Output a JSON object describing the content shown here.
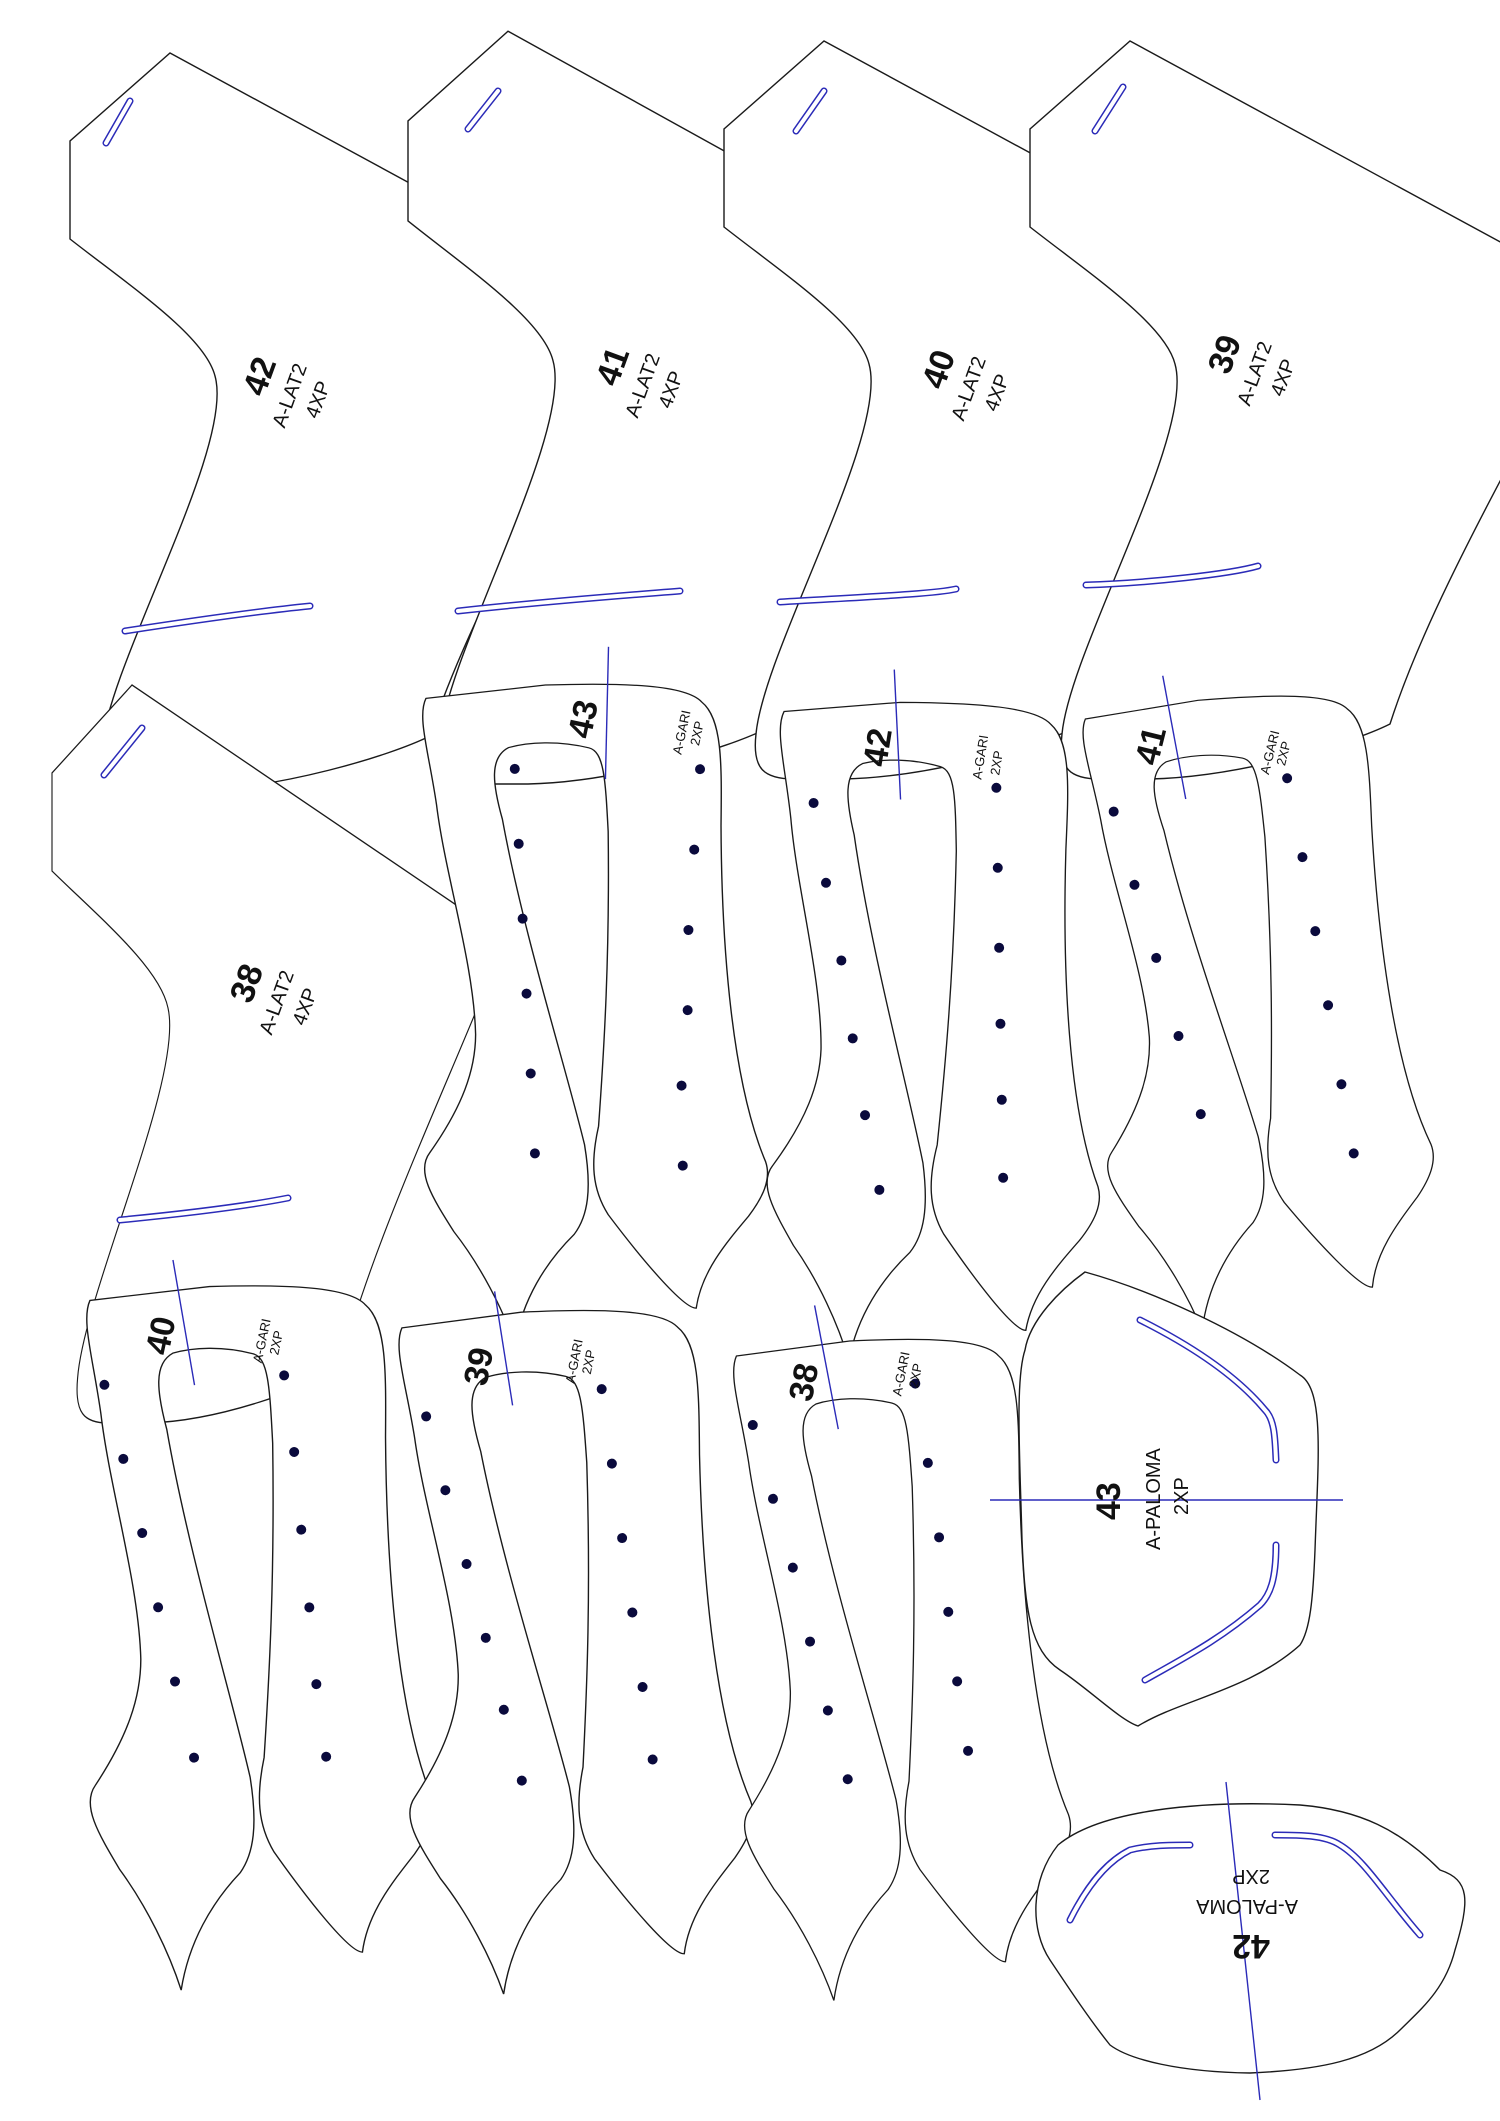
{
  "sheet": {
    "lat_pieces": [
      {
        "size": "42",
        "code": "A-LAT2",
        "qty": "4XP"
      },
      {
        "size": "41",
        "code": "A-LAT2",
        "qty": "4XP"
      },
      {
        "size": "40",
        "code": "A-LAT2",
        "qty": "4XP"
      },
      {
        "size": "39",
        "code": "A-LAT2",
        "qty": "4XP"
      },
      {
        "size": "38",
        "code": "A-LAT2",
        "qty": "4XP"
      }
    ],
    "gari_pieces": [
      {
        "size": "43",
        "code": "A-GARI",
        "qty": "2XP"
      },
      {
        "size": "42",
        "code": "A-GARI",
        "qty": "2XP"
      },
      {
        "size": "41",
        "code": "A-GARI",
        "qty": "2XP"
      },
      {
        "size": "40",
        "code": "A-GARI",
        "qty": "2XP"
      },
      {
        "size": "39",
        "code": "A-GARI",
        "qty": "2XP"
      },
      {
        "size": "38",
        "code": "A-GARI",
        "qty": "2XP"
      }
    ],
    "paloma_pieces": [
      {
        "size": "43",
        "code": "A-PALOMA",
        "qty": "2XP"
      },
      {
        "size": "42",
        "code": "A-PALOMA",
        "qty": "2XP"
      }
    ]
  }
}
